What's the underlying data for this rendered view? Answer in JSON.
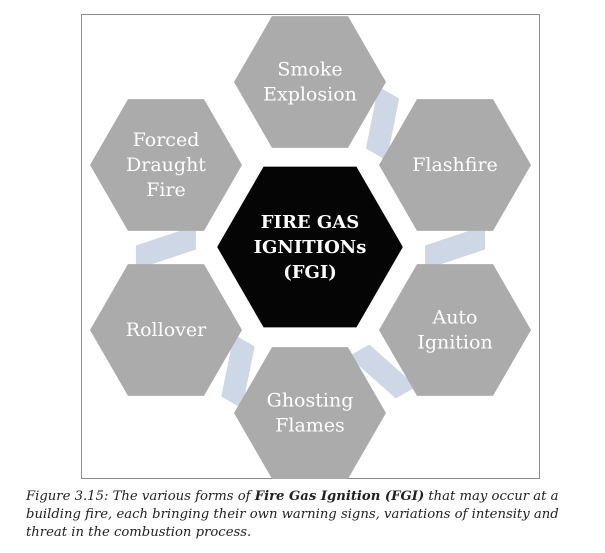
{
  "diagram": {
    "center": {
      "lines": [
        "FIRE GAS",
        "IGNITIONs",
        "(FGI)"
      ]
    },
    "nodes": [
      {
        "id": "smoke-explosion",
        "lines": [
          "Smoke",
          "Explosion"
        ]
      },
      {
        "id": "flashfire",
        "lines": [
          "Flashfire"
        ]
      },
      {
        "id": "auto-ignition",
        "lines": [
          "Auto",
          "Ignition"
        ]
      },
      {
        "id": "ghosting-flames",
        "lines": [
          "Ghosting",
          "Flames"
        ]
      },
      {
        "id": "rollover",
        "lines": [
          "Rollover"
        ]
      },
      {
        "id": "forced-draught-fire",
        "lines": [
          "Forced",
          "Draught",
          "Fire"
        ]
      }
    ],
    "colors": {
      "outer_hex": "#ababab",
      "center_hex": "#050505",
      "connector": "#cdd7e6",
      "text": "#ffffff"
    }
  },
  "caption": {
    "prefix": "Figure 3.15: The various forms of ",
    "bold": "Fire Gas Ignition (FGI)",
    "suffix": " that may occur at a building fire, each bringing their own warning signs, variations of intensity and threat in the combustion process."
  }
}
